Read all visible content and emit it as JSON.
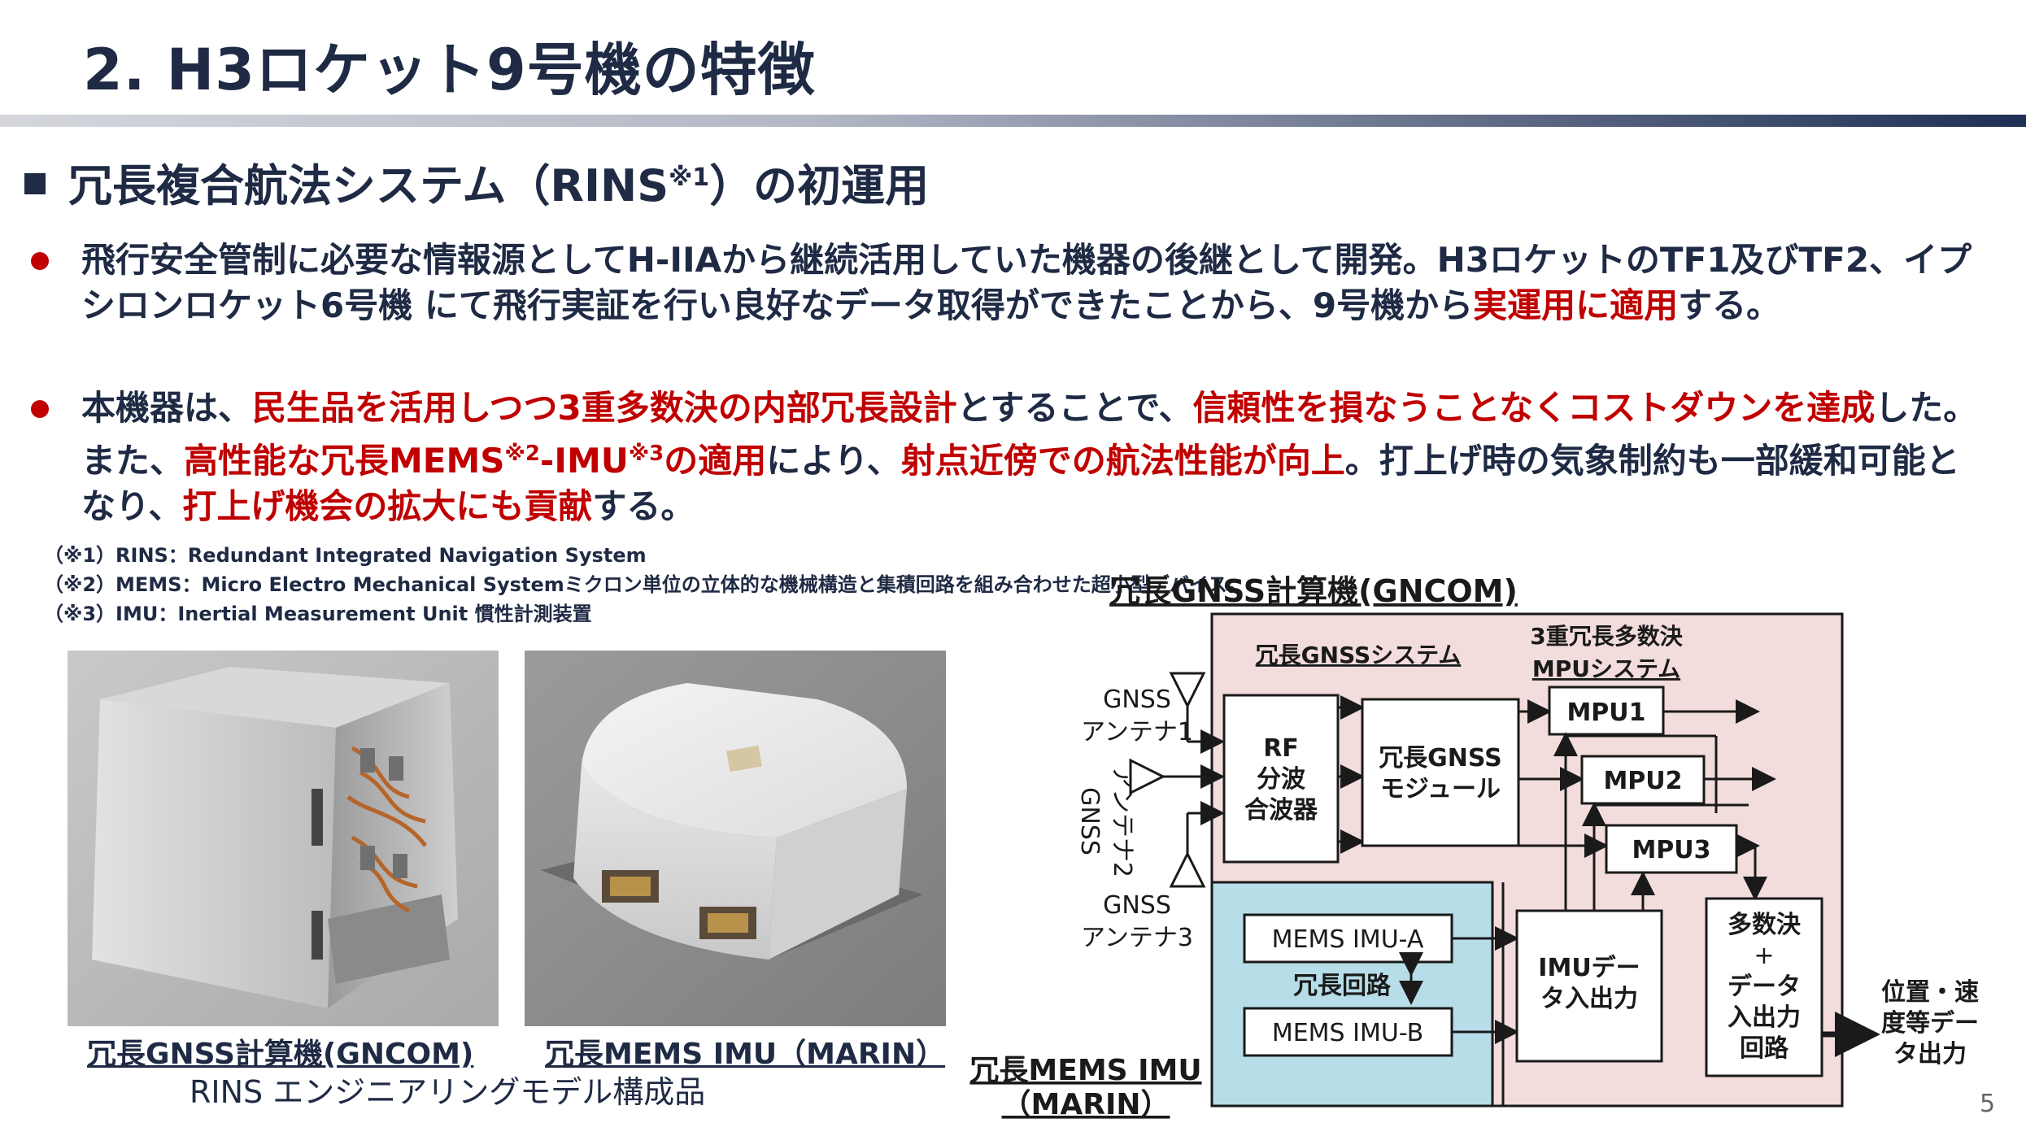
{
  "title": "2. H3ロケット9号機の特徴",
  "heading": {
    "main": "冗長複合航法システム（RINS",
    "sup": "※1",
    "tail": "）の初運用"
  },
  "bullet1": {
    "p1": "飛行安全管制に必要な情報源としてH-IIAから継続活用していた機器の後継として開発。H3ロケットのTF1及びTF2、イプシロンロケット6号機 にて飛行実証を行い良好なデータ取得ができたことから、9号機から",
    "r1": "実運用に適用",
    "p2": "する。"
  },
  "bullet2": {
    "p1": "本機器は、",
    "r1": "民生品を活用しつつ3重多数決の内部冗長設計",
    "p2": "とすることで、",
    "r2": "信頼性を損なうことなくコストダウンを達成",
    "p3": "した。また、",
    "r3a": "高性能な冗長MEMS",
    "s1": "※2",
    "r3b": "-IMU",
    "s2": "※3",
    "r3c": "の適用",
    "p4": "により、",
    "r4": "射点近傍での航法性能が向上",
    "p5": "。打上げ時の気象制約も一部緩和可能となり、",
    "r5": "打上げ機会の拡大にも貢献",
    "p6": "する。"
  },
  "notes": [
    "（※1）RINS：Redundant Integrated Navigation System",
    "（※2）MEMS：Micro Electro Mechanical Systemミクロン単位の立体的な機械構造と集積回路を組み合わせた超小型デバイス。",
    "（※3）IMU：Inertial Measurement Unit 慣性計測装置"
  ],
  "captions": {
    "gncom": "冗長GNSS計算機(GNCOM)",
    "marin": "冗長MEMS IMU（MARIN）",
    "rins": "RINS エンジニアリングモデル構成品"
  },
  "diagram": {
    "title": "冗長GNSS計算機(GNCOM)",
    "gnss_system": "冗長GNSSシステム",
    "mpu_system_1": "3重冗長多数決",
    "mpu_system_2": "MPUシステム",
    "ant1_a": "GNSS",
    "ant1_b": "アンテナ1",
    "ant2_a": "GNSS",
    "ant2_b": "アンテナ2",
    "ant3_a": "GNSS",
    "ant3_b": "アンテナ3",
    "rf_1": "RF",
    "rf_2": "分波",
    "rf_3": "合波器",
    "gnss_mod_1": "冗長GNSS",
    "gnss_mod_2": "モジュール",
    "mpu1": "MPU1",
    "mpu2": "MPU2",
    "mpu3": "MPU3",
    "imu_a": "MEMS IMU-A",
    "imu_b": "MEMS IMU-B",
    "redundant_circuit": "冗長回路",
    "imu_io_1": "IMUデー",
    "imu_io_2": "タ入出力",
    "vote_1": "多数決",
    "vote_2": "+",
    "vote_3": "データ",
    "vote_4": "入出力",
    "vote_5": "回路",
    "out_1": "位置・速",
    "out_2": "度等デー",
    "out_3": "タ出力",
    "marin_1": "冗長MEMS IMU",
    "marin_2": "（MARIN）"
  },
  "colors": {
    "accent_red": "#c00000",
    "navy": "#1f2a44",
    "pink_box": "#f3dcdc",
    "blue_box": "#b7dde8"
  },
  "page_number": "5"
}
